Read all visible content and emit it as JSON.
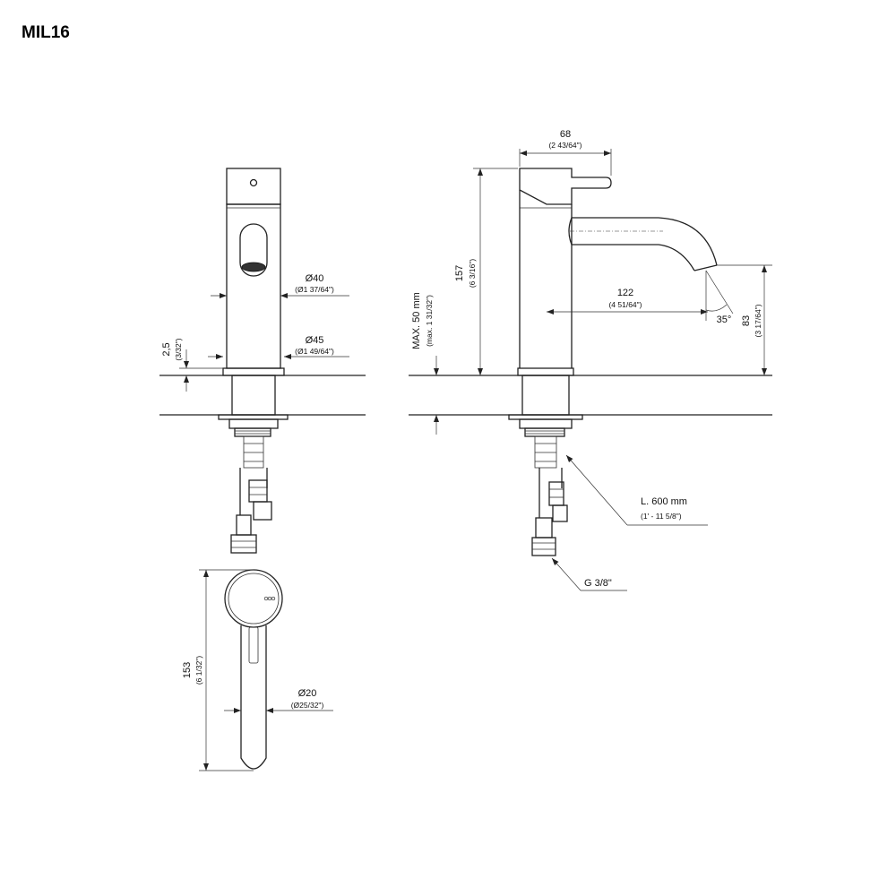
{
  "title": "MIL16",
  "front_view": {
    "dia_body": "Ø40",
    "dia_body_in": "(Ø1 37/64\")",
    "dia_base": "Ø45",
    "dia_base_in": "(Ø1 49/64\")",
    "base_height": "2,5",
    "base_height_in": "(3/32\")"
  },
  "side_view": {
    "lever_width": "68",
    "lever_width_in": "(2 43/64\")",
    "height": "157",
    "height_in": "(6 3/16\")",
    "reach": "122",
    "reach_in": "(4 51/64\")",
    "spout_height": "83",
    "spout_height_in": "(3 17/64\")",
    "angle": "35°",
    "max_thickness": "MAX. 50 mm",
    "max_thickness_in": "(max. 1 31/32\")",
    "hose_length": "L. 600 mm",
    "hose_length_in": "(1' - 11 5/8\")",
    "connection": "G 3/8\""
  },
  "top_view": {
    "length": "153",
    "length_in": "(6 1/32\")",
    "dia_lever": "Ø20",
    "dia_lever_in": "(Ø25/32\")"
  }
}
